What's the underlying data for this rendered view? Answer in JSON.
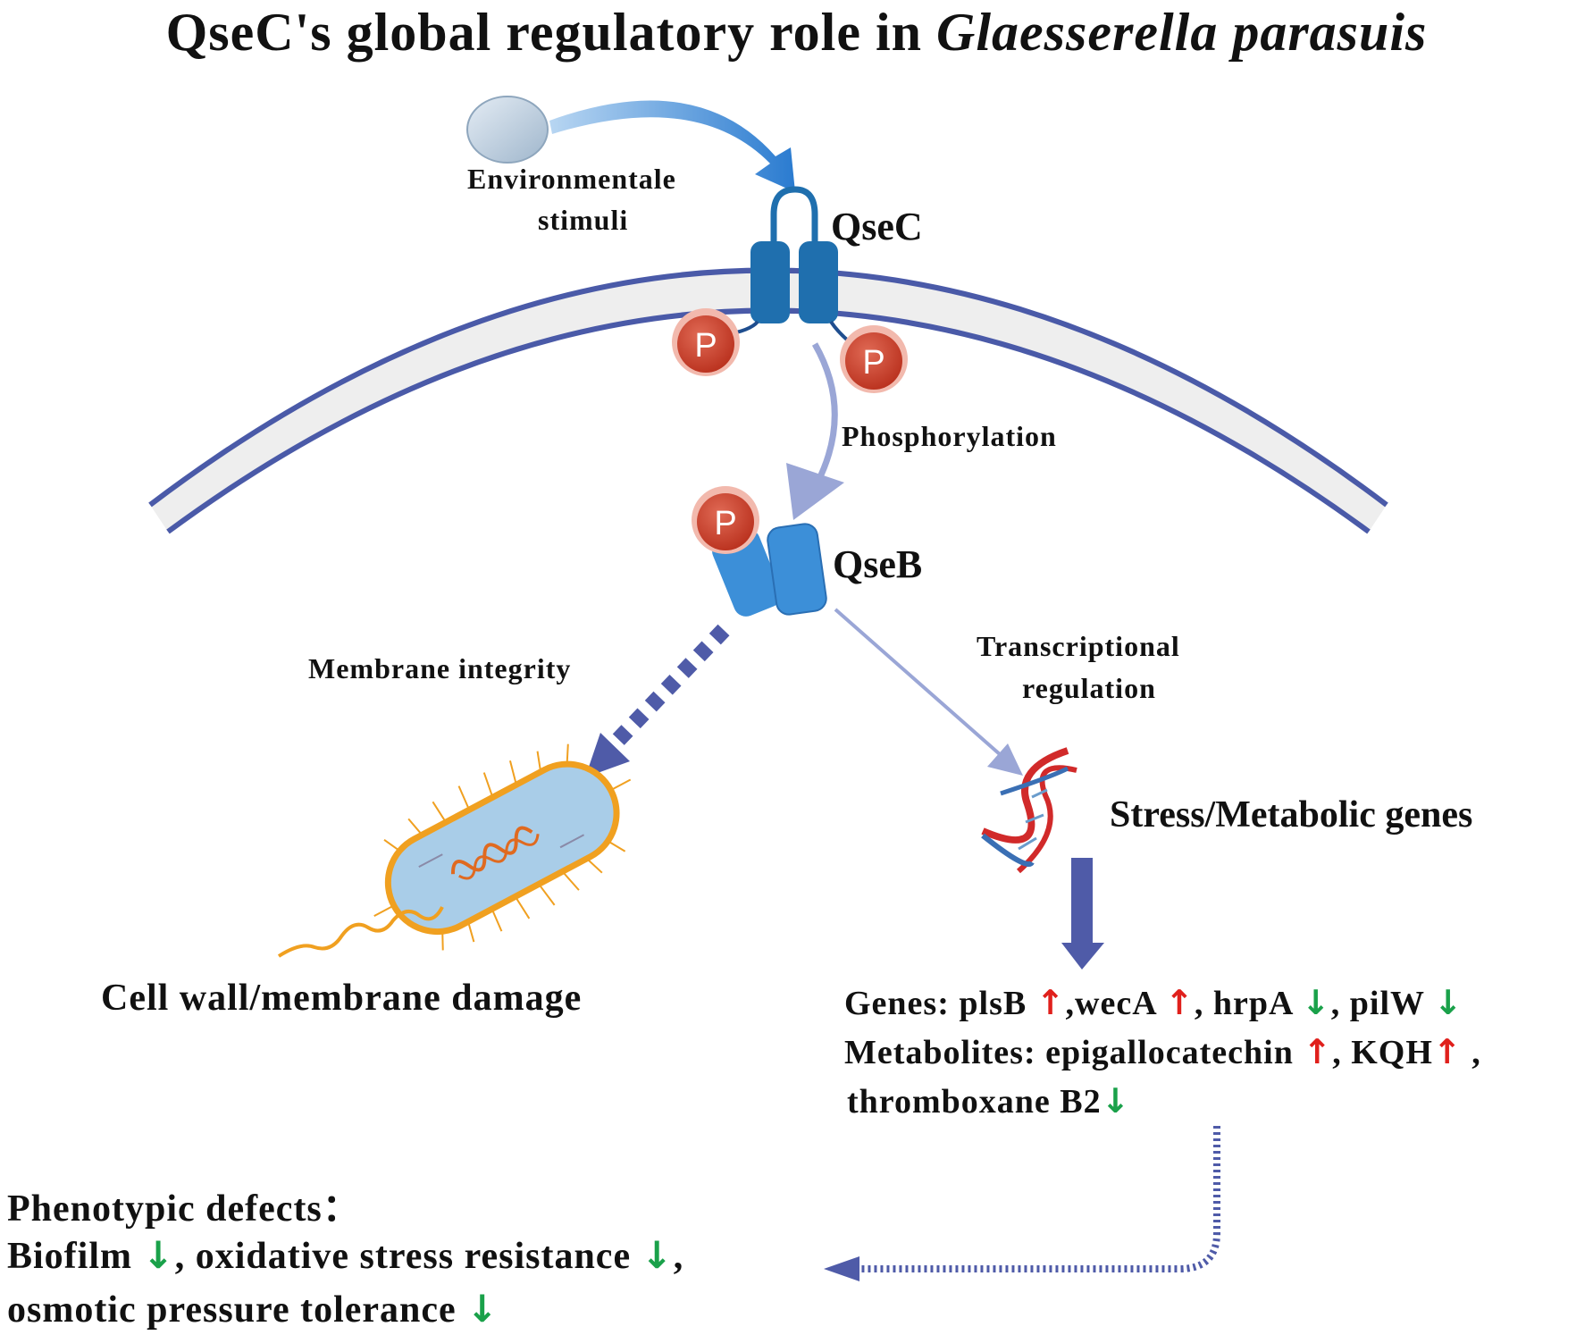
{
  "title": {
    "prefix": "QseC's global regulatory role in ",
    "organism": "Glaesserella parasuis"
  },
  "labels": {
    "environmental_stimuli_1": "Environmentale",
    "environmental_stimuli_2": "stimuli",
    "qsec": "QseC",
    "phosphorylation": "Phosphorylation",
    "qseb": "QseB",
    "membrane_integrity": "Membrane integrity",
    "transcriptional_1": "Transcriptional",
    "transcriptional_2": "regulation",
    "stress_genes": "Stress/Metabolic genes",
    "cell_damage": "Cell wall/membrane damage",
    "phospho_symbol": "P"
  },
  "genes": {
    "prefix": "Genes: ",
    "items": [
      {
        "name": "plsB",
        "dir": "up",
        "after": ","
      },
      {
        "name": "wecA",
        "dir": "up",
        "after": ", "
      },
      {
        "name": "hrpA",
        "dir": "down",
        "after": ", "
      },
      {
        "name": "pilW",
        "dir": "down",
        "after": ""
      }
    ]
  },
  "metabolites": {
    "prefix": "Metabolites: ",
    "items": [
      {
        "name": "epigallocatechin",
        "dir": "up",
        "after": ", "
      },
      {
        "name": "KQH",
        "dir": "up",
        "after": " ,"
      },
      {
        "name": "thromboxane B2",
        "dir": "down",
        "after": ""
      }
    ]
  },
  "phenotypes": {
    "heading": "Phenotypic defects：",
    "items": [
      {
        "name": "Biofilm",
        "dir": "down",
        "after": ", "
      },
      {
        "name": "oxidative stress resistance",
        "dir": "down",
        "after": ","
      },
      {
        "name": "osmotic pressure tolerance",
        "dir": "down",
        "after": ""
      }
    ]
  },
  "arrows": {
    "up": "↑",
    "down": "↓"
  },
  "colors": {
    "membrane": "#4a5aa8",
    "qsec": "#1f6fae",
    "qseb": "#3c8fd8",
    "phospho": "#c9432f",
    "arrow_dark": "#4f5ba8",
    "arrow_light": "#9aa6d6",
    "up_arrow": "#e0201c",
    "down_arrow": "#1aa14a",
    "bacterium_fill": "#a9cde8",
    "bacterium_edge": "#f0a020"
  }
}
